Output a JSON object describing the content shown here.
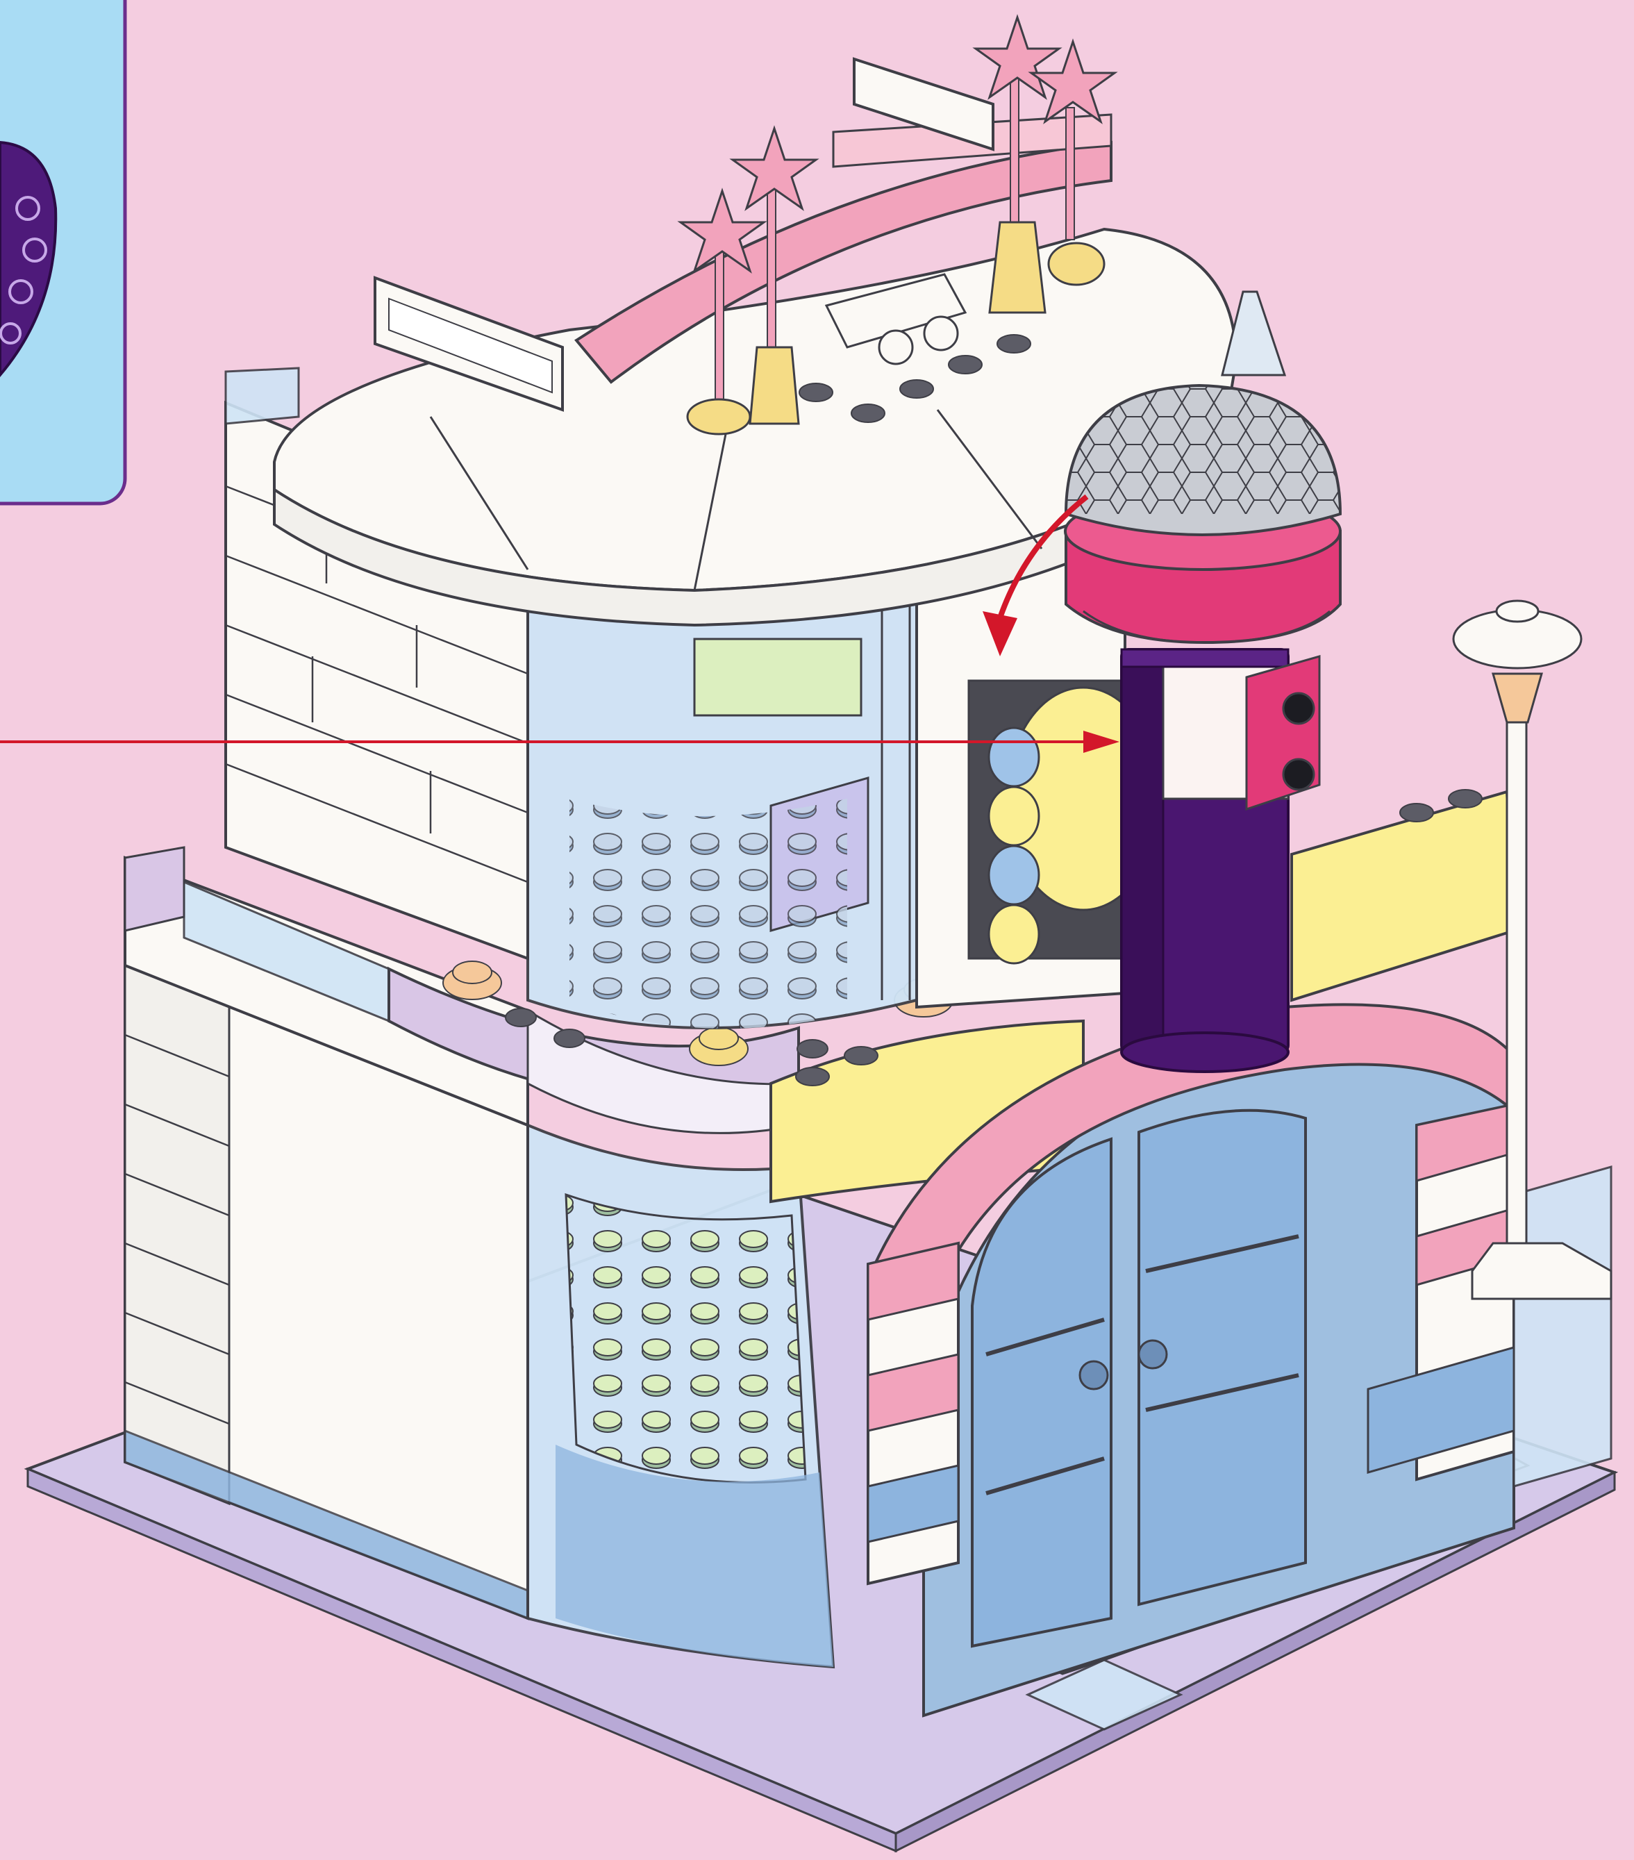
{
  "page": {
    "background": "#f4cde0",
    "subject": "building-instruction-illustration"
  },
  "callout": {
    "background": "#a9dcf4",
    "border": "#6a2d8c",
    "part_color": "#4e1a7a"
  },
  "colors": {
    "white_brick": "#fbf9f5",
    "outline": "#3e3e46",
    "trans_light_blue": "#cfe4f6",
    "trans_blue": "#8db4de",
    "pink": "#f2a3bc",
    "lavender": "#d9c6e6",
    "yellow": "#fbef93",
    "gold": "#f5dc86",
    "dark_purple": "#4a1670",
    "magenta": "#e23a78",
    "silver": "#c9ccd3",
    "arrow_red": "#d3172a"
  },
  "arrows": {
    "rotation": "curved-red-arrow",
    "insertion": "straight-red-arrow"
  }
}
